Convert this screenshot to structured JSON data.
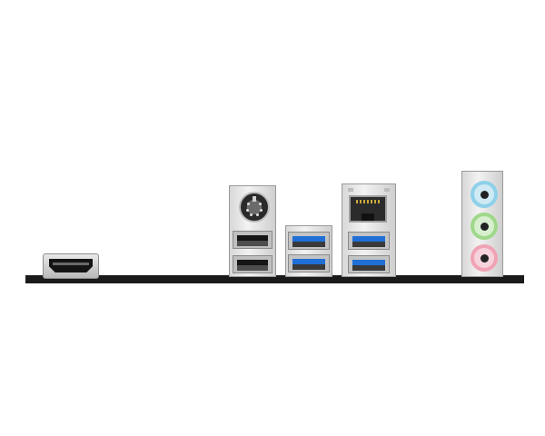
{
  "colors": {
    "background": "#ffffff",
    "io_strip": "#1a1a1a",
    "usb3_insert": "#1f6fd6",
    "usb2_insert": "#161616",
    "audio_line_in": "#8fd0ea",
    "audio_line_out": "#9fd88a",
    "audio_mic": "#f0a3b4"
  },
  "io_panel": {
    "ports": [
      {
        "id": "hdmi",
        "icon": "hdmi-port-icon"
      },
      {
        "id": "ps2_combo",
        "icon": "ps2-port-icon"
      },
      {
        "id": "usb2_upper",
        "icon": "usb2-port-icon"
      },
      {
        "id": "usb2_lower",
        "icon": "usb2-port-icon"
      },
      {
        "id": "usb3_left_upper",
        "icon": "usb3-port-icon"
      },
      {
        "id": "usb3_left_lower",
        "icon": "usb3-port-icon"
      },
      {
        "id": "lan",
        "icon": "rj45-port-icon"
      },
      {
        "id": "usb3_right_upper",
        "icon": "usb3-port-icon"
      },
      {
        "id": "usb3_right_lower",
        "icon": "usb3-port-icon"
      },
      {
        "id": "audio_line_in",
        "icon": "audio-jack-icon"
      },
      {
        "id": "audio_line_out",
        "icon": "audio-jack-icon"
      },
      {
        "id": "audio_mic_in",
        "icon": "audio-jack-icon"
      }
    ]
  }
}
